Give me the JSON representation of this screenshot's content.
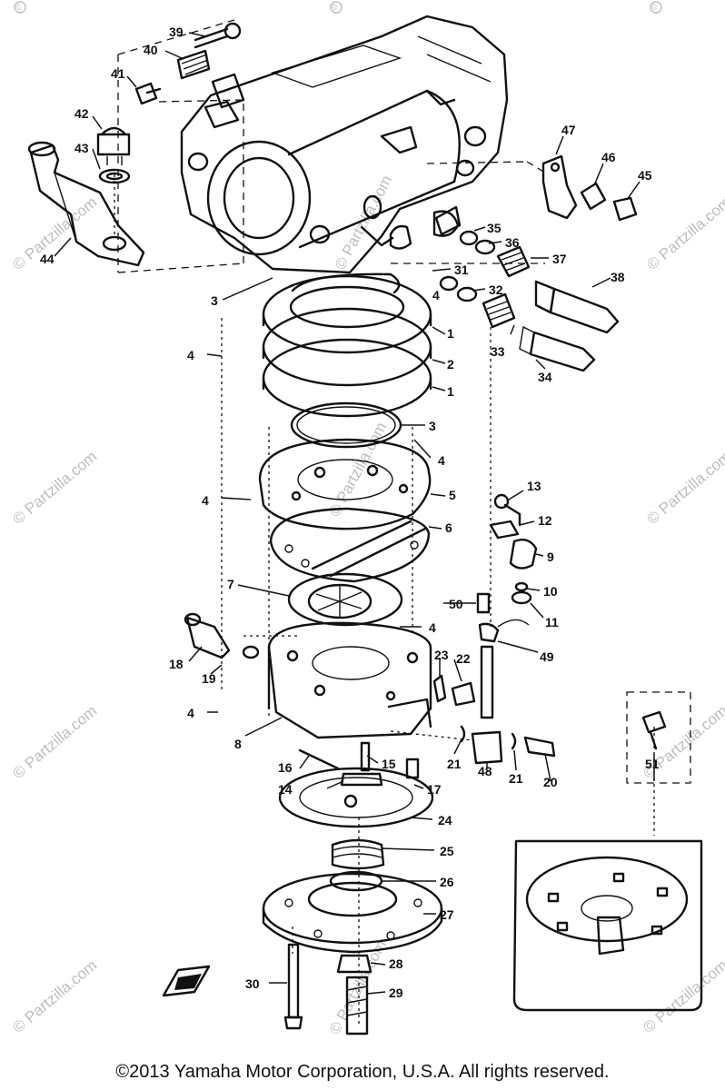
{
  "diagram": {
    "watermark": "© Partzilla.com",
    "watermark_symbol": "©",
    "callouts": {
      "c1a": "1",
      "c2": "2",
      "c1b": "1",
      "c3a": "3",
      "c3b": "3",
      "c4a": "4",
      "c4b": "4",
      "c4c": "4",
      "c4d": "4",
      "c4e": "4",
      "c4f": "4",
      "c5": "5",
      "c6": "6",
      "c7": "7",
      "c8": "8",
      "c9": "9",
      "c10": "10",
      "c11": "11",
      "c12": "12",
      "c13": "13",
      "c14": "14",
      "c15": "15",
      "c16": "16",
      "c17": "17",
      "c18": "18",
      "c19": "19",
      "c20": "20",
      "c21a": "21",
      "c21b": "21",
      "c22": "22",
      "c23": "23",
      "c24": "24",
      "c25": "25",
      "c26": "26",
      "c27": "27",
      "c28": "28",
      "c29": "29",
      "c30": "30",
      "c31": "31",
      "c32": "32",
      "c33": "33",
      "c34": "34",
      "c35": "35",
      "c36": "36",
      "c37": "37",
      "c38": "38",
      "c39": "39",
      "c40": "40",
      "c41": "41",
      "c42": "42",
      "c43": "43",
      "c44": "44",
      "c45": "45",
      "c46": "46",
      "c47": "47",
      "c48": "48",
      "c49": "49",
      "c50": "50",
      "c51": "51"
    }
  },
  "footer": {
    "copyright": "©2013 Yamaha Motor Corporation, U.S.A. All rights reserved."
  }
}
